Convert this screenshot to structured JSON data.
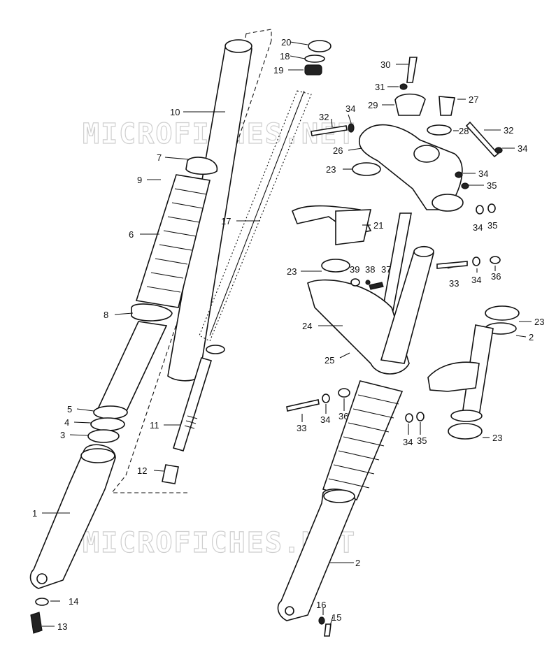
{
  "watermark": {
    "upper": "MICROFICHES.NET",
    "lower": "MICROFICHES.NET"
  },
  "callouts": [
    "20",
    "18",
    "19",
    "10",
    "7",
    "9",
    "6",
    "17",
    "8",
    "5",
    "4",
    "3",
    "11",
    "12",
    "1",
    "14",
    "13",
    "30",
    "31",
    "29",
    "27",
    "32",
    "34",
    "28",
    "32",
    "34",
    "26",
    "23",
    "34",
    "35",
    "21",
    "34",
    "35",
    "23",
    "39",
    "38",
    "37",
    "33",
    "34",
    "36",
    "24",
    "25",
    "23",
    "2",
    "33",
    "34",
    "36",
    "34",
    "35",
    "23",
    "2",
    "16",
    "15"
  ]
}
